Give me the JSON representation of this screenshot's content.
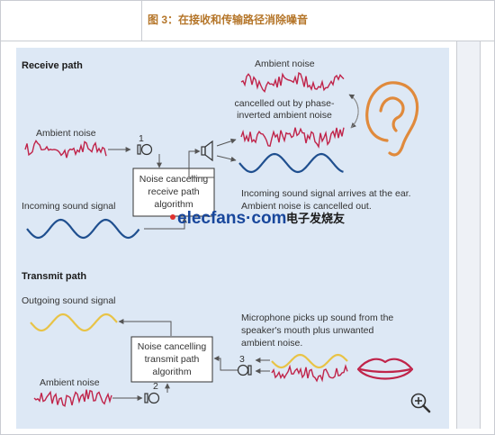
{
  "caption": "图 3：在接收和传输路径消除噪音",
  "receive": {
    "title": "Receive path",
    "ambient_noise_left": "Ambient noise",
    "ambient_noise_top": "Ambient noise",
    "cancelled_line1": "cancelled out by phase-",
    "cancelled_line2": "inverted ambient noise",
    "incoming_signal": "Incoming sound signal",
    "box_line1": "Noise cancelling",
    "box_line2": "receive path",
    "box_line3": "algorithm",
    "mic_number": "1",
    "arrives_line1": "Incoming sound signal arrives at the ear.",
    "arrives_line2": "Ambient noise is cancelled out."
  },
  "watermark": {
    "brand": "elecfans·com",
    "cn_text": "电子发烧友"
  },
  "transmit": {
    "title": "Transmit path",
    "outgoing_signal": "Outgoing sound signal",
    "box_line1": "Noise cancelling",
    "box_line2": "transmit path",
    "box_line3": "algorithm",
    "mic_picks_line1": "Microphone picks up sound from the",
    "mic_picks_line2": "speaker's mouth plus unwanted",
    "mic_picks_line3": "ambient noise.",
    "ambient_noise": "Ambient noise",
    "mic2_number": "2",
    "mic3_number": "3"
  },
  "icons": [
    "ear-icon",
    "mouth-icon",
    "speaker-icon",
    "microphone-icon",
    "zoom-in-icon"
  ],
  "colors": {
    "noise": "#c0244a",
    "signal_blue": "#1f4f8f",
    "signal_yellow": "#e8c346",
    "ear": "#e08a3c",
    "caption": "#b5762a",
    "panel": "#dde8f5"
  }
}
